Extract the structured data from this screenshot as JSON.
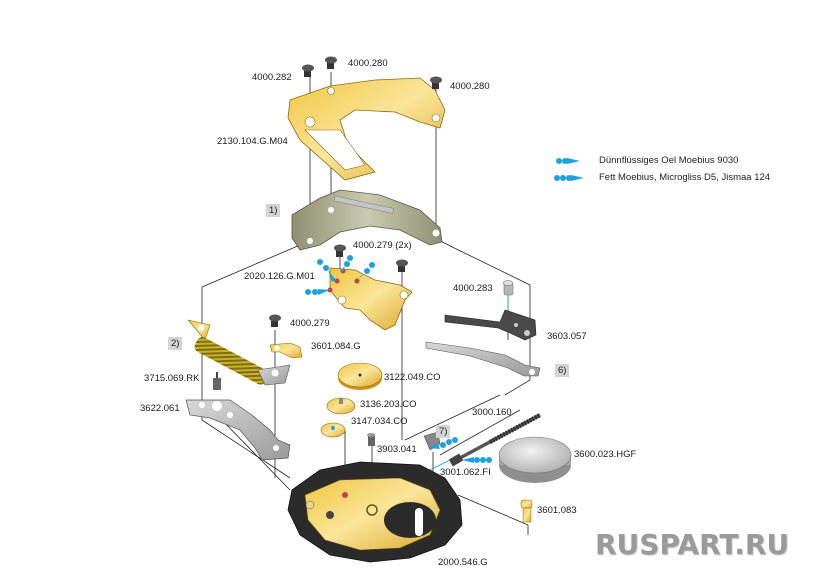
{
  "legend": {
    "items": [
      {
        "marker": "oil-drop-double",
        "text": "Dünnflüssiges Oel Moebius 9030",
        "color": "#1aa3e0"
      },
      {
        "marker": "oil-drop-triple",
        "text": "Fett Moebius, Microgliss D5, Jismaa 124",
        "color": "#1aa3e0"
      }
    ]
  },
  "parts": {
    "p4000_282": "4000.282",
    "p4000_280a": "4000.280",
    "p4000_280b": "4000.280",
    "p2130_104": "2130.104.G.M04",
    "p4000_279_2x": "4000.279 (2x)",
    "p2020_126": "2020.126.G.M01",
    "p4000_283": "4000.283",
    "p4000_279": "4000.279",
    "p3603_057": "3603.057",
    "p3601_084": "3601.084.G",
    "p3715_069": "3715.069.RK",
    "p3122_049": "3122.049.CO",
    "p3622_061": "3622.061",
    "p3136_203": "3136.203.CO",
    "p3000_160": "3000.160",
    "p3147_034": "3147.034.CO",
    "p3903_041": "3903.041",
    "p3600_023": "3600.023.HGF",
    "p3001_062": "3001.062.FI",
    "p3601_083": "3601.083",
    "p2000_546": "2000.546.G"
  },
  "steps": {
    "s1": "1)",
    "s2": "2)",
    "s6": "6)",
    "s7": "7)"
  },
  "colors": {
    "gold": "#e8b830",
    "gold_light": "#f6dc7a",
    "steel": "#b9b9b9",
    "dark": "#2f2f2f",
    "bridge_green": "#a7a98a",
    "oil": "#1aa3e0",
    "step_bg": "#d4d4d4"
  },
  "watermark": "RUSPART.RU"
}
